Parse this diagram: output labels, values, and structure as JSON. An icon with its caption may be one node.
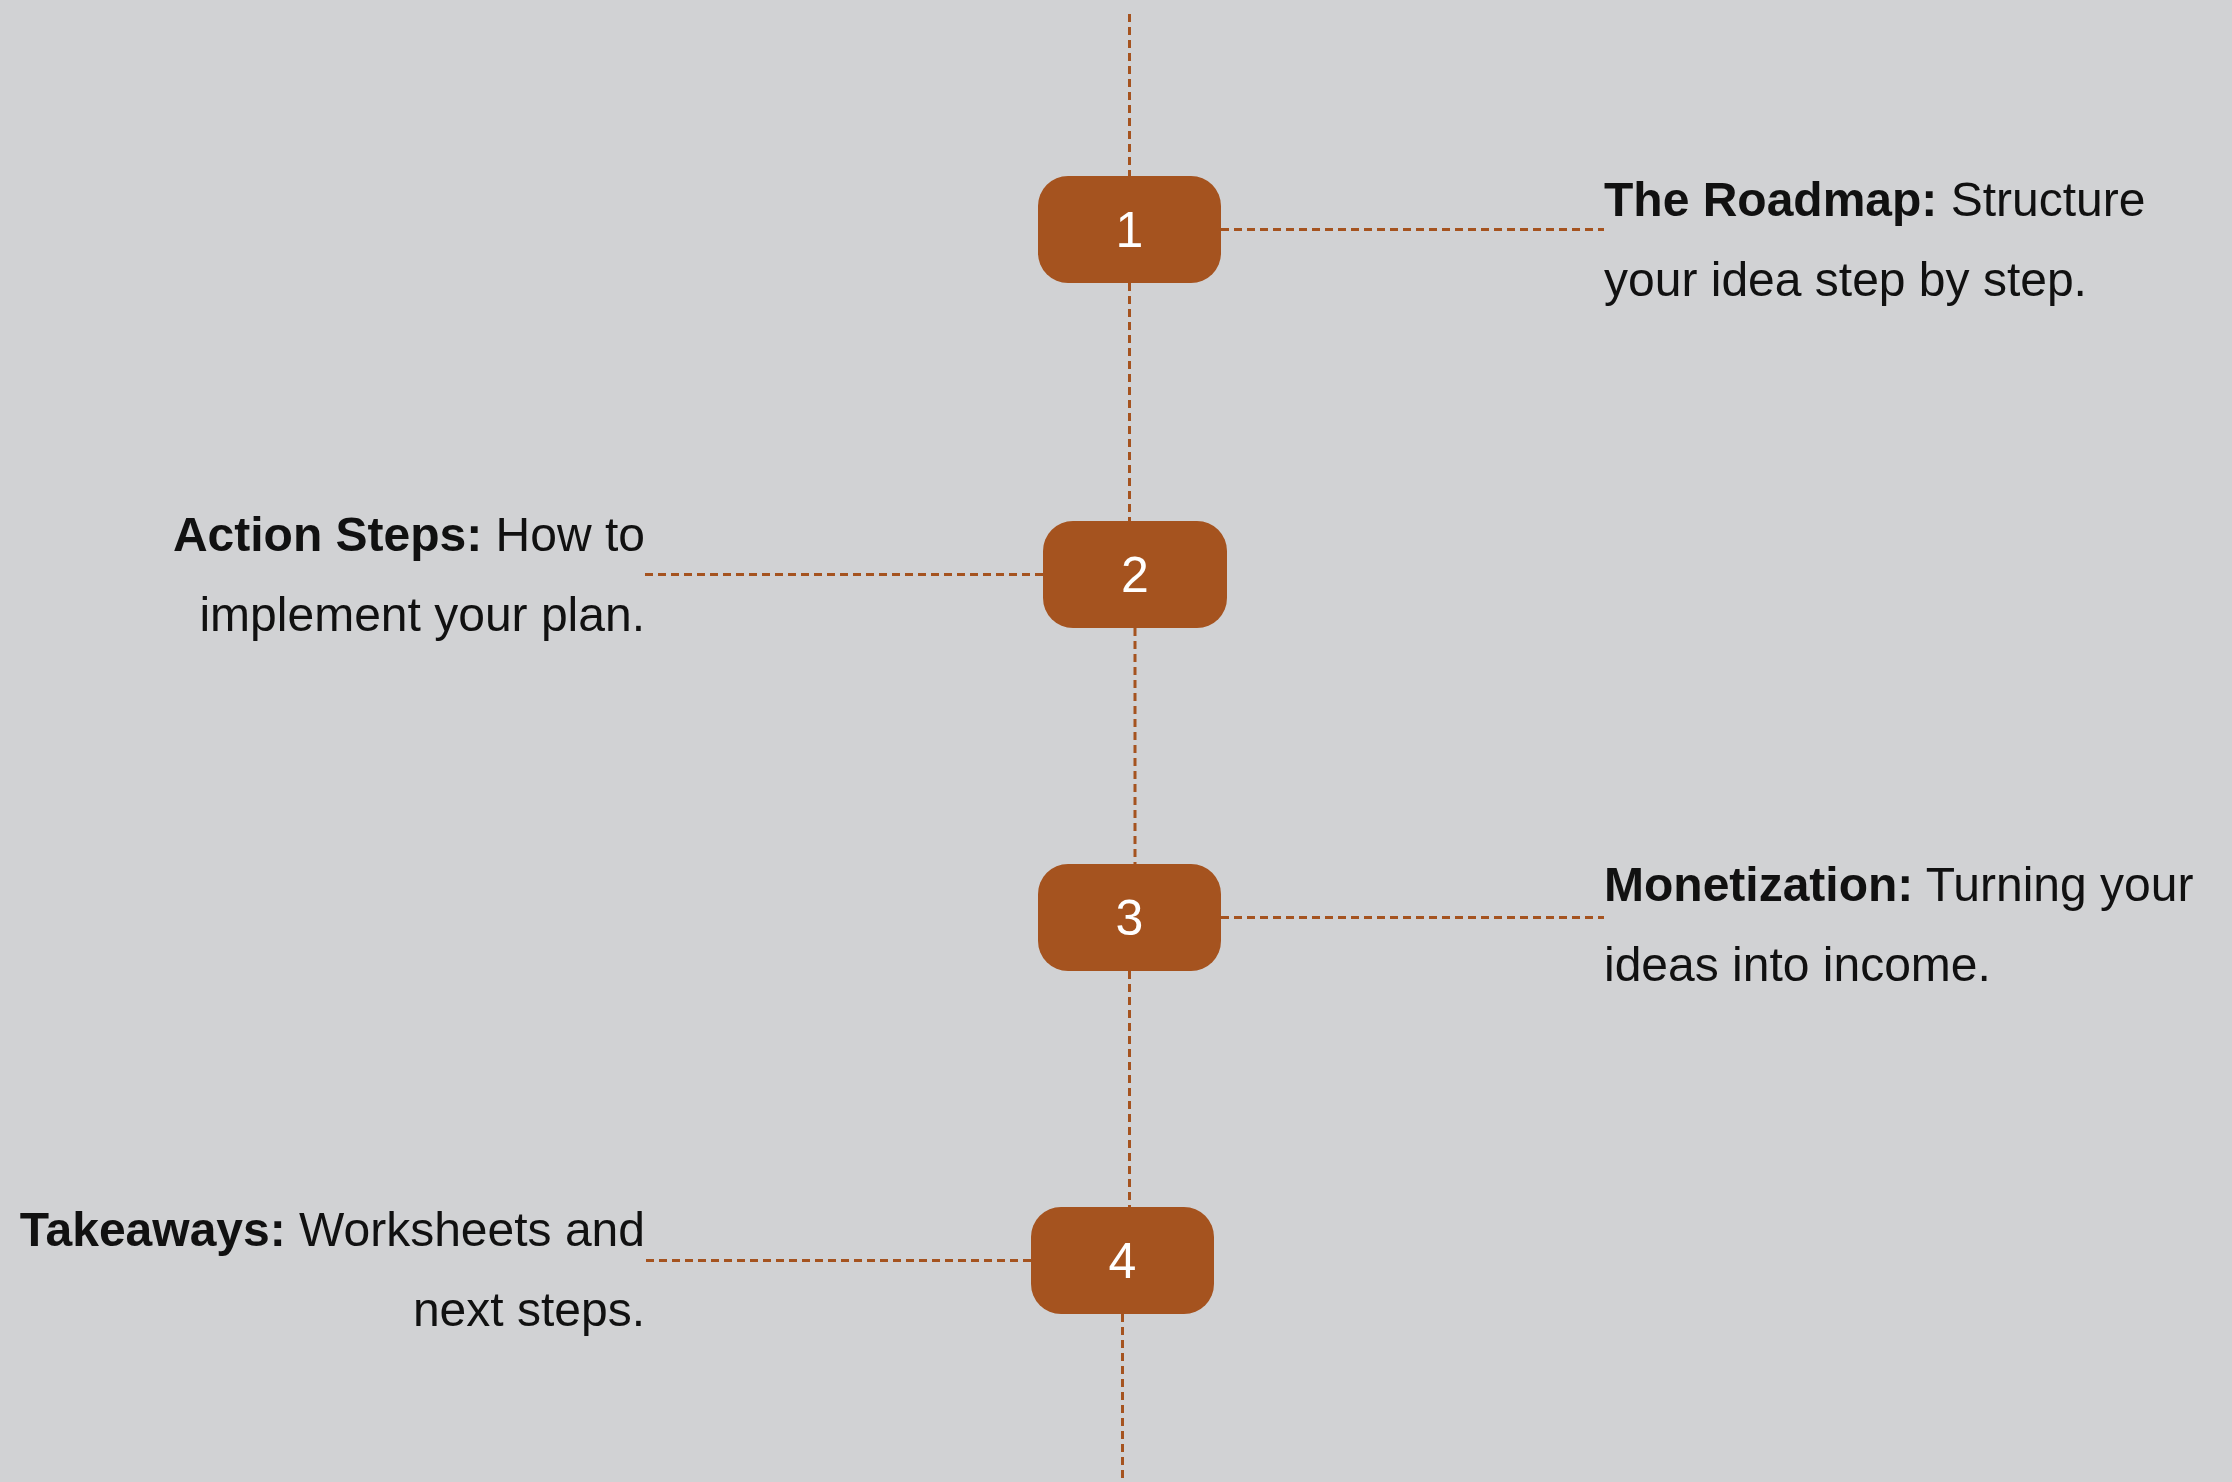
{
  "diagram": {
    "nodes": [
      {
        "text": [
          "1"
        ]
      },
      {
        "text": [
          "**The Roadmap:** Structure your idea step by step."
        ]
      },
      {
        "text": [
          "**Action Steps:** How to implement your plan."
        ]
      },
      {
        "text": [
          "2"
        ]
      },
      {
        "text": [
          "3"
        ]
      },
      {
        "text": [
          "**Monetization:** Turning your ideas into income."
        ]
      },
      {
        "text": [
          "**Takeaways:** Worksheets and next steps."
        ]
      },
      {
        "text": [
          "4"
        ]
      }
    ],
    "edges": [
      {
        "from": null,
        "to": 0,
        "arrow": "none",
        "style": "dashed"
      },
      {
        "from": 0,
        "to": 3,
        "arrow": "none",
        "style": "dashed"
      },
      {
        "from": 3,
        "to": 4,
        "arrow": "none",
        "style": "dashed"
      },
      {
        "from": 4,
        "to": 7,
        "arrow": "none",
        "style": "dashed"
      },
      {
        "from": 7,
        "to": null,
        "arrow": "none",
        "style": "dashed"
      },
      {
        "from": 0,
        "to": 1,
        "arrow": "none",
        "style": "dashed"
      },
      {
        "from": 3,
        "to": 2,
        "arrow": "none",
        "style": "dashed"
      },
      {
        "from": 4,
        "to": 5,
        "arrow": "none",
        "style": "dashed"
      },
      {
        "from": 7,
        "to": 6,
        "arrow": "none",
        "style": "dashed"
      }
    ]
  }
}
